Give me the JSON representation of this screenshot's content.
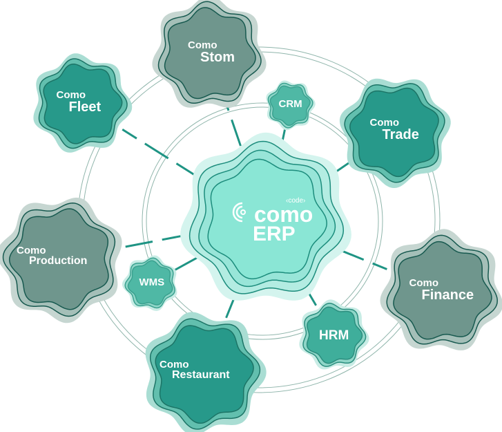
{
  "center": {
    "brand": "como",
    "tag": "‹code›",
    "product": "ERP"
  },
  "nodes": [
    {
      "id": "stom",
      "prefix": "Como",
      "name": "Stom",
      "style": "grey"
    },
    {
      "id": "fleet",
      "prefix": "Como",
      "name": "Fleet",
      "style": "teal"
    },
    {
      "id": "crm",
      "prefix": "",
      "name": "CRM",
      "style": "light"
    },
    {
      "id": "trade",
      "prefix": "Como",
      "name": "Trade",
      "style": "teal"
    },
    {
      "id": "production",
      "prefix": "Como",
      "name": "Production",
      "style": "grey"
    },
    {
      "id": "wms",
      "prefix": "",
      "name": "WMS",
      "style": "light"
    },
    {
      "id": "finance",
      "prefix": "Como",
      "name": "Finance",
      "style": "grey"
    },
    {
      "id": "hrm",
      "prefix": "",
      "name": "HRM",
      "style": "hrm"
    },
    {
      "id": "restaurant",
      "prefix": "Como",
      "name": "Restaurant",
      "style": "teal"
    }
  ],
  "colors": {
    "line": "#1f9484",
    "orbit": "#8fb5ab",
    "grey": "#6f968d",
    "teal": "#27998a",
    "center": "#8ae6d5",
    "stroke": "#17594f"
  }
}
